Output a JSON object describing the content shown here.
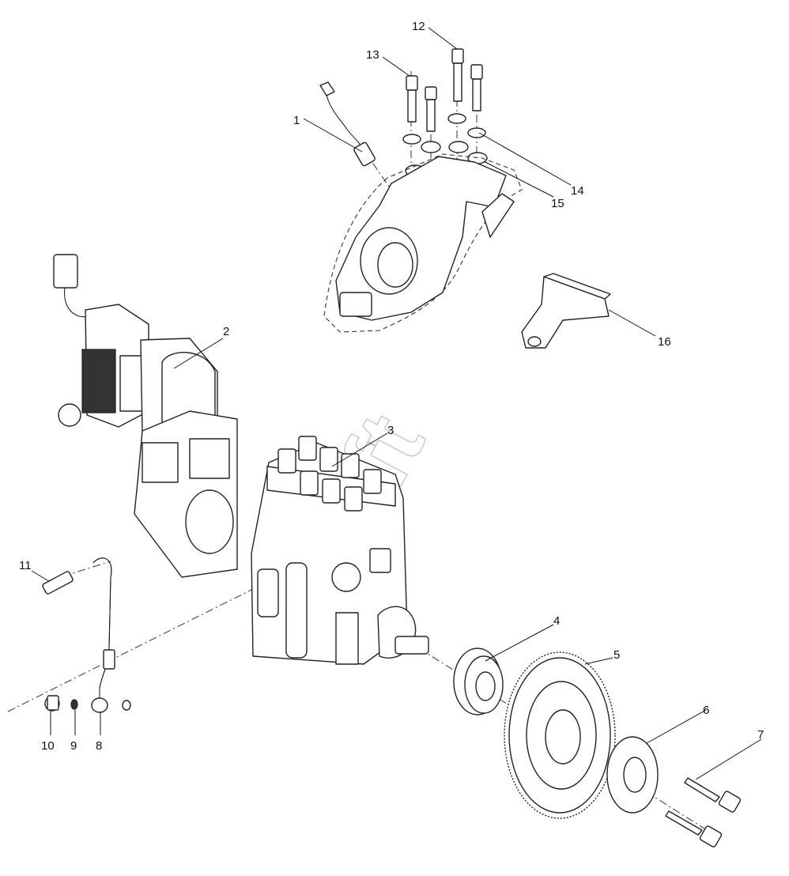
{
  "watermark": "Soft",
  "callouts": [
    {
      "id": "1",
      "label": "1"
    },
    {
      "id": "2",
      "label": "2"
    },
    {
      "id": "3",
      "label": "3"
    },
    {
      "id": "4",
      "label": "4"
    },
    {
      "id": "5",
      "label": "5"
    },
    {
      "id": "6",
      "label": "6"
    },
    {
      "id": "7",
      "label": "7"
    },
    {
      "id": "8",
      "label": "8"
    },
    {
      "id": "9",
      "label": "9"
    },
    {
      "id": "10",
      "label": "10"
    },
    {
      "id": "11",
      "label": "11"
    },
    {
      "id": "12",
      "label": "12"
    },
    {
      "id": "13",
      "label": "13"
    },
    {
      "id": "14",
      "label": "14"
    },
    {
      "id": "15",
      "label": "15"
    },
    {
      "id": "16",
      "label": "16"
    }
  ]
}
